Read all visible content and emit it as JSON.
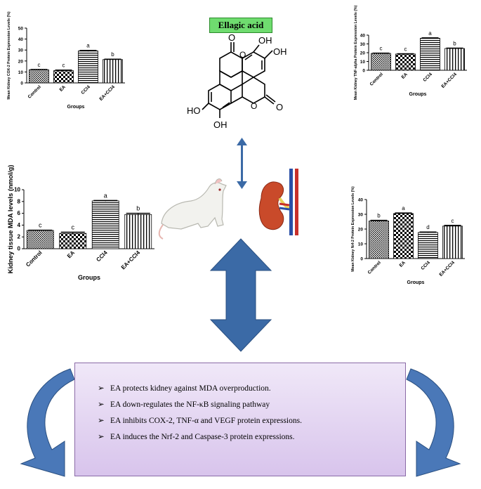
{
  "molecule": {
    "label": "Ellagic acid",
    "atoms": {
      "oh_top": "OH",
      "oh_right": "OH",
      "ho_left": "HO",
      "oh_bottom": "OH",
      "o1": "O",
      "o2": "O",
      "o3": "O",
      "o4": "O"
    }
  },
  "summary": {
    "bullet": "➢",
    "items": [
      "EA protects kidney against MDA overproduction.",
      "EA down-regulates the NF-κB signaling pathway",
      "EA inhibits COX-2, TNF-α and VEGF protein expressions.",
      "EA induces the Nrf-2 and Caspase-3 protein expressions."
    ]
  },
  "colors": {
    "arrow": "#3b6aa6",
    "box_border": "#8a6aa6",
    "label_bg": "#6fdc6f"
  },
  "icons": [
    "rat-illustration",
    "kidney-illustration",
    "double-arrow-icon",
    "curved-arrow-icon"
  ],
  "chart_data": [
    {
      "id": "cox2",
      "type": "bar",
      "ylabel": "Mean Kidney COX-2 Protein Expression Levels (%)",
      "xlabel": "Groups",
      "categories": [
        "Control",
        "EA",
        "CCl4",
        "EA+CCl4"
      ],
      "values": [
        12,
        11.2,
        29.2,
        21.3
      ],
      "errors": [
        0.3,
        0.5,
        0.5,
        0.4
      ],
      "letters": [
        "c",
        "c",
        "a",
        "b"
      ],
      "patterns": [
        "dots",
        "checker",
        "hlines",
        "vlines"
      ],
      "ylim": [
        0,
        50
      ],
      "yticks": [
        "0",
        "10",
        "20",
        "30",
        "40",
        "50"
      ]
    },
    {
      "id": "tnf",
      "type": "bar",
      "ylabel": "Mean Kidney TNF-alpha Protein Expression Levels (%)",
      "xlabel": "Groups",
      "categories": [
        "Control",
        "EA",
        "CCl4",
        "EA+CCl4"
      ],
      "values": [
        19.2,
        18.5,
        36.5,
        24.8
      ],
      "errors": [
        0.3,
        0.3,
        0.4,
        0.4
      ],
      "letters": [
        "c",
        "c",
        "a",
        "b"
      ],
      "patterns": [
        "dots",
        "checker",
        "hlines",
        "vlines"
      ],
      "ylim": [
        0,
        40
      ],
      "yticks": [
        "0",
        "10",
        "20",
        "30",
        "40"
      ]
    },
    {
      "id": "mda",
      "type": "bar",
      "ylabel": "Kidney tissue MDA levels (nmol/g)",
      "xlabel": "Groups",
      "categories": [
        "Control",
        "EA",
        "CCl4",
        "EA+CCl4"
      ],
      "values": [
        3.1,
        2.6,
        8.1,
        5.8
      ],
      "errors": [
        0.05,
        0.2,
        0.08,
        0.2
      ],
      "letters": [
        "c",
        "c",
        "a",
        "b"
      ],
      "patterns": [
        "dots",
        "checker",
        "hlines",
        "vlines"
      ],
      "ylim": [
        0,
        10
      ],
      "yticks": [
        "0",
        "2",
        "4",
        "6",
        "8",
        "10"
      ]
    },
    {
      "id": "nrf2",
      "type": "bar",
      "ylabel": "Mean Kidney Nrf-2 Protein Expression Levels (%)",
      "xlabel": "Groups",
      "categories": [
        "Control",
        "EA",
        "CCl4",
        "EA+CCl4"
      ],
      "values": [
        25.5,
        30.5,
        17.7,
        22
      ],
      "errors": [
        0.4,
        0.4,
        0.3,
        0.5
      ],
      "letters": [
        "b",
        "a",
        "d",
        "c"
      ],
      "patterns": [
        "dots",
        "checker",
        "hlines",
        "vlines"
      ],
      "ylim": [
        0,
        40
      ],
      "yticks": [
        "0",
        "10",
        "20",
        "30",
        "40"
      ]
    }
  ]
}
